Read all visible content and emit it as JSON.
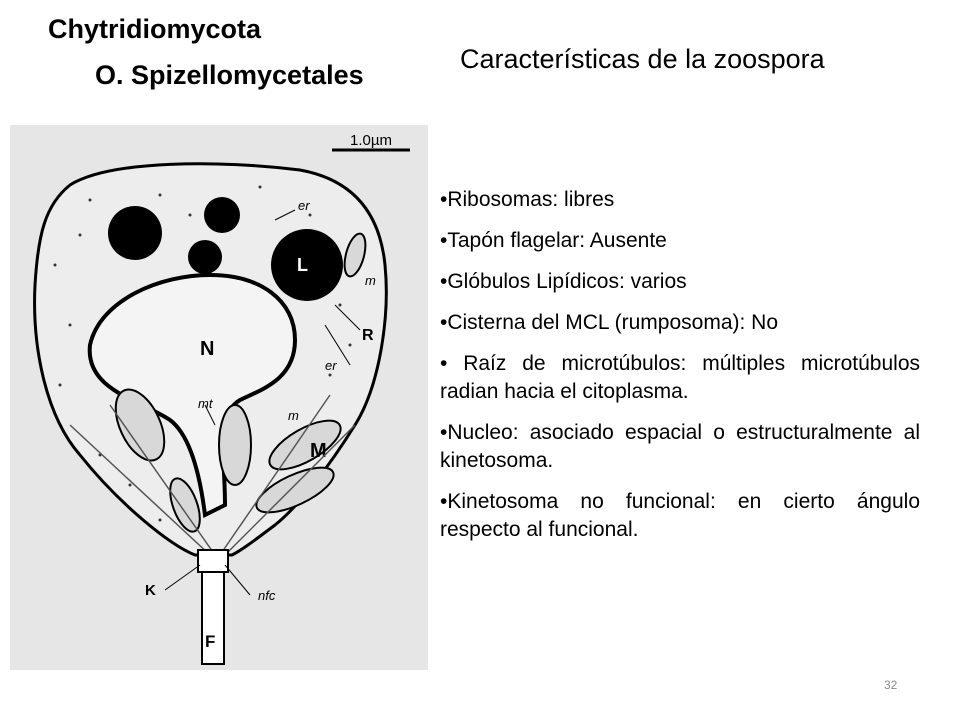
{
  "header": {
    "phylum": "Chytridiomycota",
    "order": "O. Spizellomycetales",
    "topic": "Características de la zoospora"
  },
  "figure": {
    "scale_label": "1.0µm",
    "labels": {
      "er_top": "er",
      "L": "L",
      "m_right": "m",
      "R": "R",
      "N": "N",
      "er_mid": "er",
      "mt": "mt",
      "m_mid": "m",
      "M": "M",
      "K": "K",
      "nfc": "nfc",
      "F": "F"
    }
  },
  "bullets": [
    "•Ribosomas: libres",
    "•Tapón flagelar: Ausente",
    "•Glóbulos Lipídicos: varios",
    "•Cisterna del MCL (rumposoma): No",
    "• Raíz de microtúbulos: múltiples microtúbulos radian hacia el citoplasma.",
    "•Nucleo: asociado espacial o estructuralmente al kinetosoma.",
    "•Kinetosoma no funcional: en cierto ángulo respecto al  funcional."
  ],
  "page_number": "32"
}
